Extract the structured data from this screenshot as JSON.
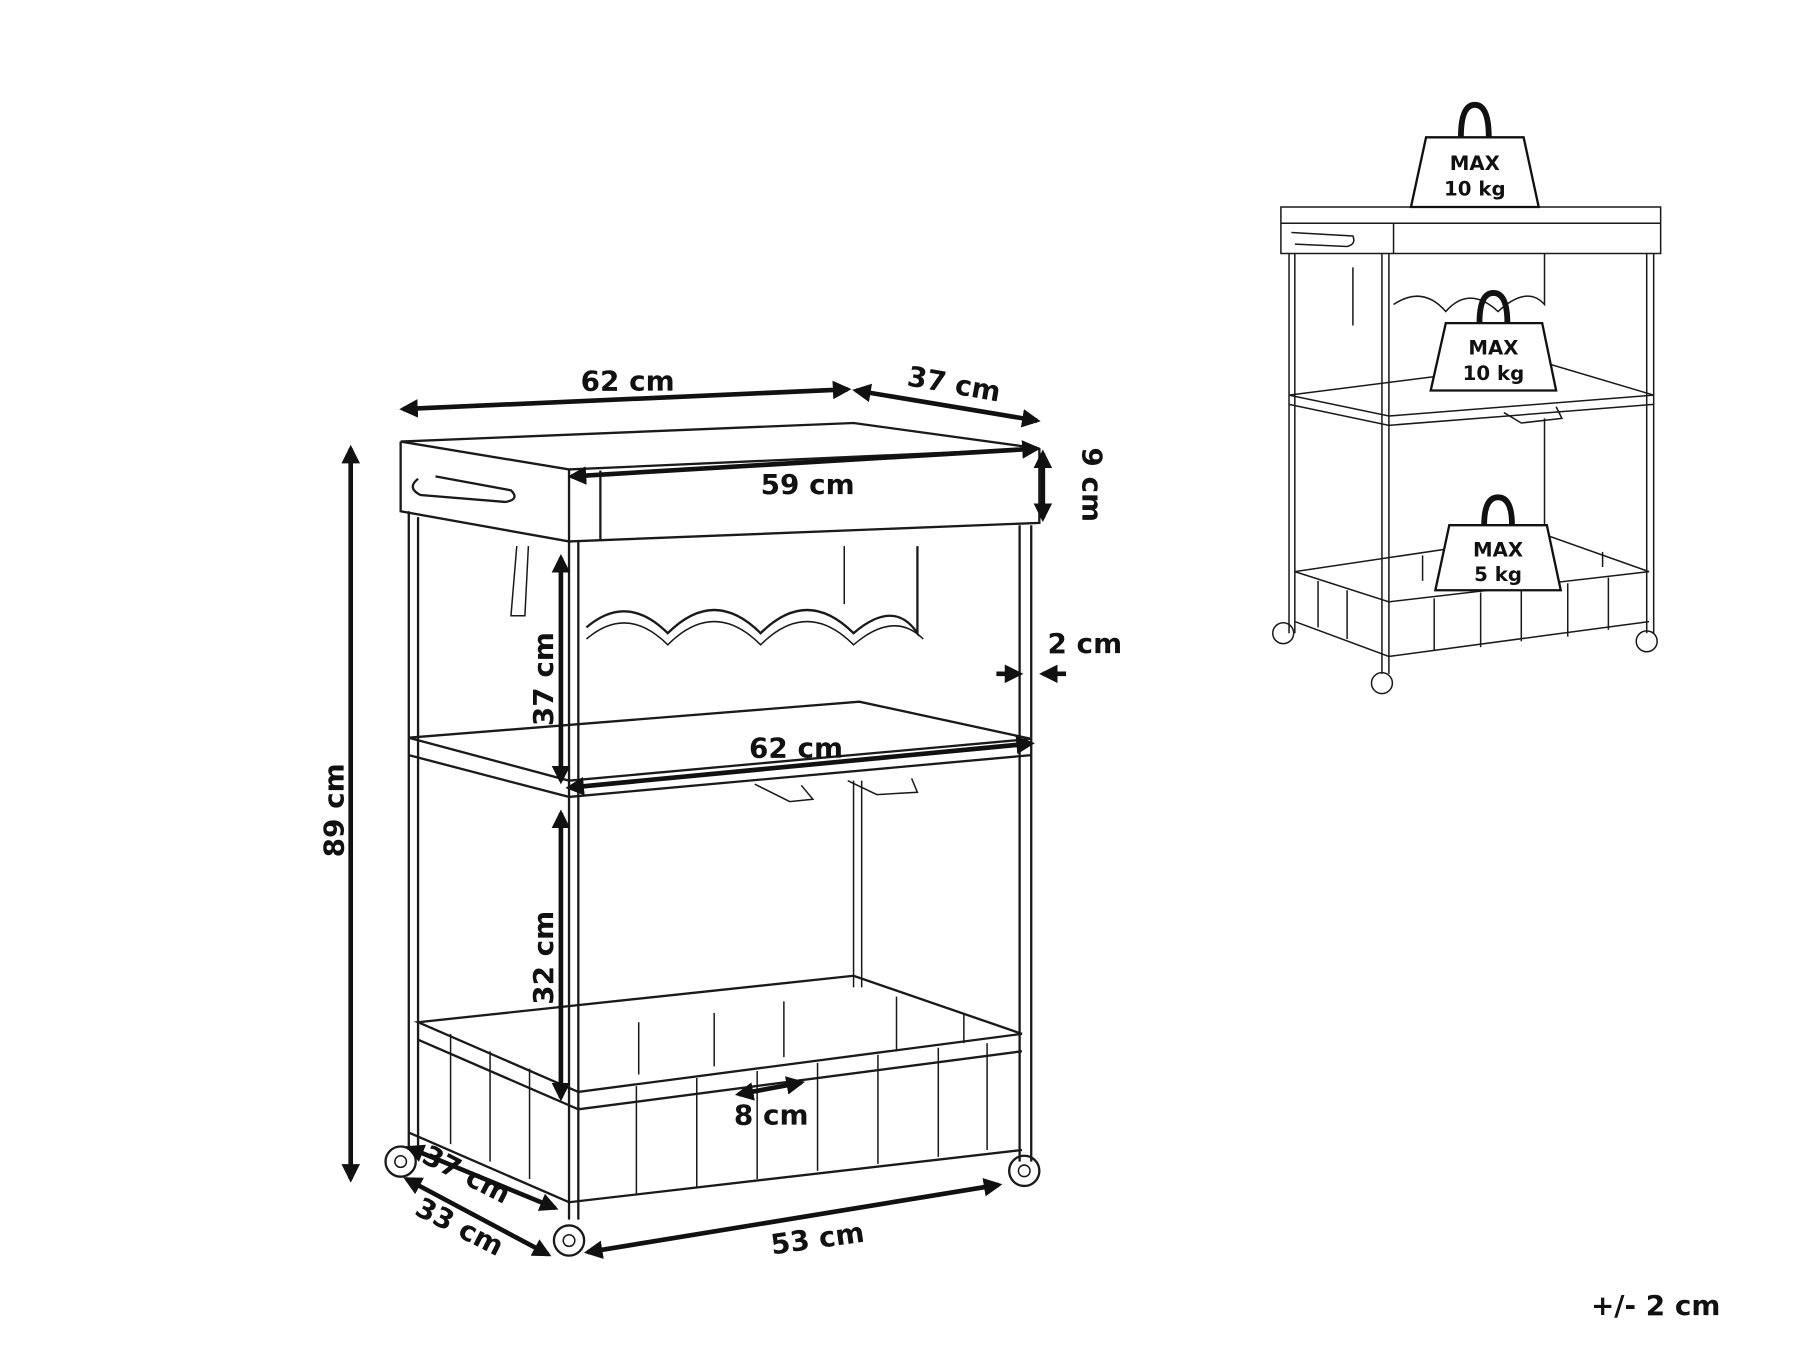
{
  "dimensions": {
    "top_width": "62 cm",
    "top_depth": "37 cm",
    "tray_inner_width": "59 cm",
    "tray_height": "9 cm",
    "total_height": "89 cm",
    "upper_shelf_gap": "37 cm",
    "leg_thickness": "2 cm",
    "middle_shelf_width": "62 cm",
    "lower_shelf_gap": "32 cm",
    "basket_bar_spacing": "8 cm",
    "base_depth_outer": "37 cm",
    "base_depth_inner": "33 cm",
    "base_width": "53 cm"
  },
  "load_limits": [
    {
      "line1": "MAX",
      "line2": "10 kg"
    },
    {
      "line1": "MAX",
      "line2": "10 kg"
    },
    {
      "line1": "MAX",
      "line2": "5 kg"
    }
  ],
  "tolerance": "+/- 2 cm"
}
